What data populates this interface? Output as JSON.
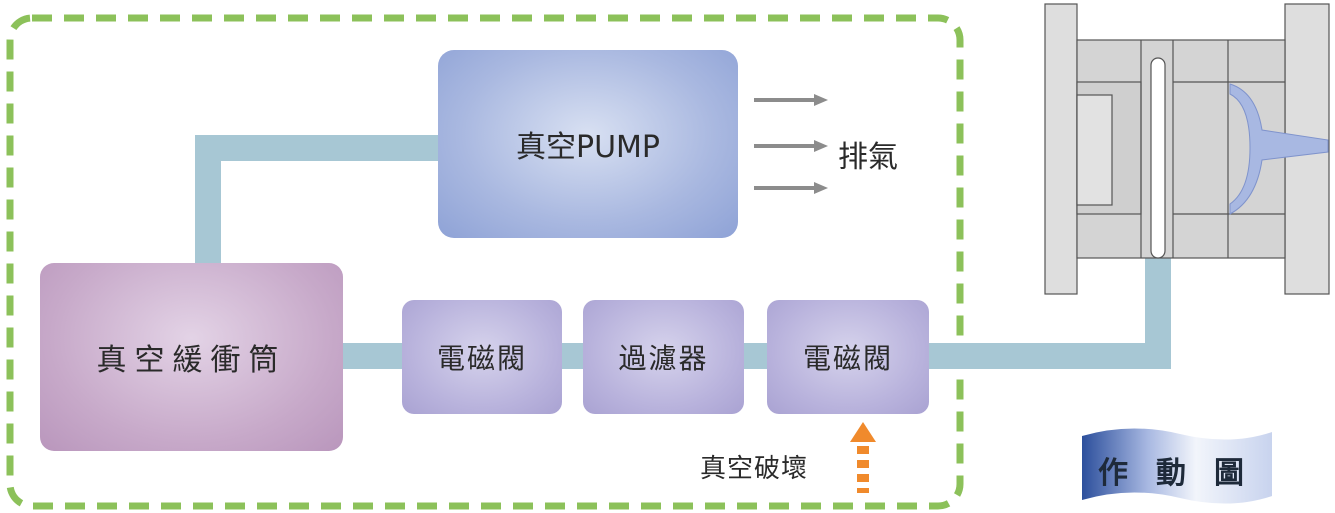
{
  "diagram": {
    "nodes": {
      "vacuum_pump": "真空PUMP",
      "buffer_tank": "真空緩衝筒",
      "valve_1": "電磁閥",
      "filter": "過濾器",
      "valve_2": "電磁閥"
    },
    "labels": {
      "exhaust": "排氣",
      "vacuum_break": "真空破壞",
      "badge": "作動圖"
    },
    "edges": [
      {
        "from": "buffer_tank",
        "to": "vacuum_pump"
      },
      {
        "from": "buffer_tank",
        "to": "valve_1"
      },
      {
        "from": "valve_1",
        "to": "filter"
      },
      {
        "from": "filter",
        "to": "valve_2"
      },
      {
        "from": "valve_2",
        "to": "mold"
      }
    ],
    "colors": {
      "pipe": "#a7c7d4",
      "boundary": "#8cc15a",
      "arrow_gray": "#8c8c8c",
      "arrow_orange": "#f08a2c",
      "pump_fill": "#a9b8e0",
      "buffer_fill": "#c7a9c9",
      "valve_fill": "#b8b2dc",
      "mold_fill": "#dcdcdc"
    }
  }
}
